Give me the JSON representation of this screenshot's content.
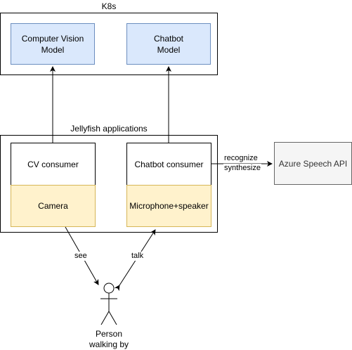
{
  "k8s": {
    "title": "K8s",
    "cv_model": "Computer Vision Model",
    "chatbot_model": "Chatbot Model"
  },
  "jellyfish": {
    "title": "Jellyfish applications",
    "cv_consumer": "CV consumer",
    "camera": "Camera",
    "chatbot_consumer": "Chatbot consumer",
    "microphone_speaker": "Microphone+speaker"
  },
  "azure": {
    "label": "Azure Speech API"
  },
  "edges": {
    "recognize": "recognize",
    "synthesize": "synthesize",
    "see": "see",
    "talk": "talk"
  },
  "person": {
    "line1": "Person",
    "line2": "walking by"
  },
  "colors": {
    "model_fill": "#dae8fc",
    "model_stroke": "#6c8ebf",
    "device_fill": "#fff2cc",
    "device_stroke": "#d6b656",
    "external_fill": "#f5f5f5",
    "external_stroke": "#666666"
  }
}
